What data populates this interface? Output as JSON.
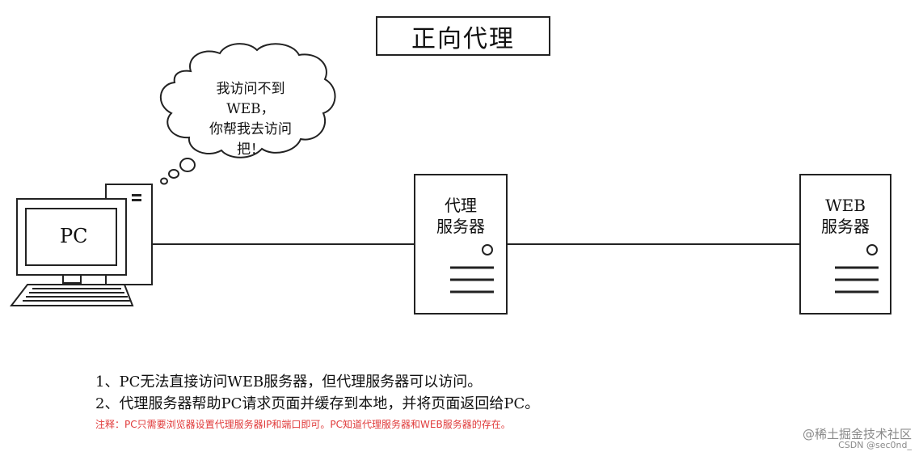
{
  "title": "正向代理",
  "bubble": {
    "lines": [
      "我访问不到WEB，",
      "你帮我去访问",
      "把！"
    ]
  },
  "pc": {
    "label": "PC"
  },
  "proxy_server": {
    "label_lines": [
      "代理",
      "服务器"
    ]
  },
  "web_server": {
    "label_lines": [
      "WEB",
      "服务器"
    ]
  },
  "notes": [
    "1、PC无法直接访问WEB服务器，但代理服务器可以访问。",
    "2、代理服务器帮助PC请求页面并缓存到本地，并将页面返回给PC。"
  ],
  "annotation": "注释：PC只需要浏览器设置代理服务器IP和端口即可。PC知道代理服务器和WEB服务器的存在。",
  "watermark": {
    "line1": "@稀土掘金技术社区",
    "line2": "CSDN @sec0nd_"
  },
  "colors": {
    "line": "#222222",
    "annotation": "#e03a3a",
    "watermark": "#8a8a8a"
  }
}
